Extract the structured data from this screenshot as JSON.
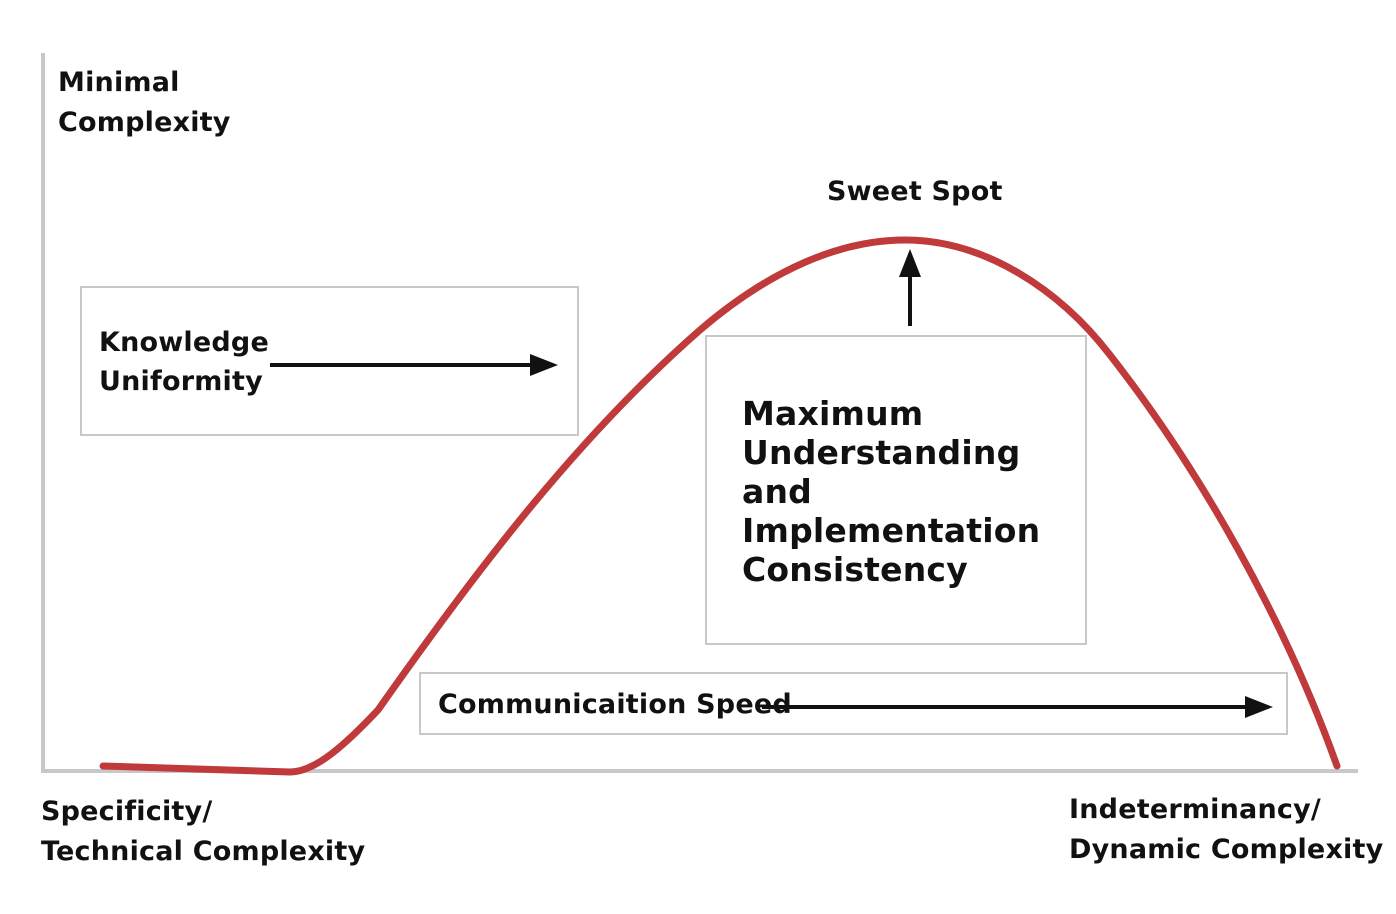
{
  "axes": {
    "y_top_label": [
      "Minimal",
      "Complexity"
    ],
    "x_left_label": [
      "Specificity/",
      "Technical Complexity"
    ],
    "x_right_label": [
      "Indeterminancy/",
      "Dynamic Complexity"
    ]
  },
  "peak": {
    "label": "Sweet Spot"
  },
  "boxes": {
    "knowledge": [
      "Knowledge",
      "Uniformity"
    ],
    "maximum": [
      "Maximum",
      "Understanding",
      "and",
      "Implementation",
      "Consistency"
    ],
    "communication": "Communicaition Speed"
  },
  "colors": {
    "curve": "#c0393b",
    "axis": "#c8c8c8",
    "box_border": "#c8c8c8",
    "arrow": "#111111",
    "text": "#111111"
  }
}
